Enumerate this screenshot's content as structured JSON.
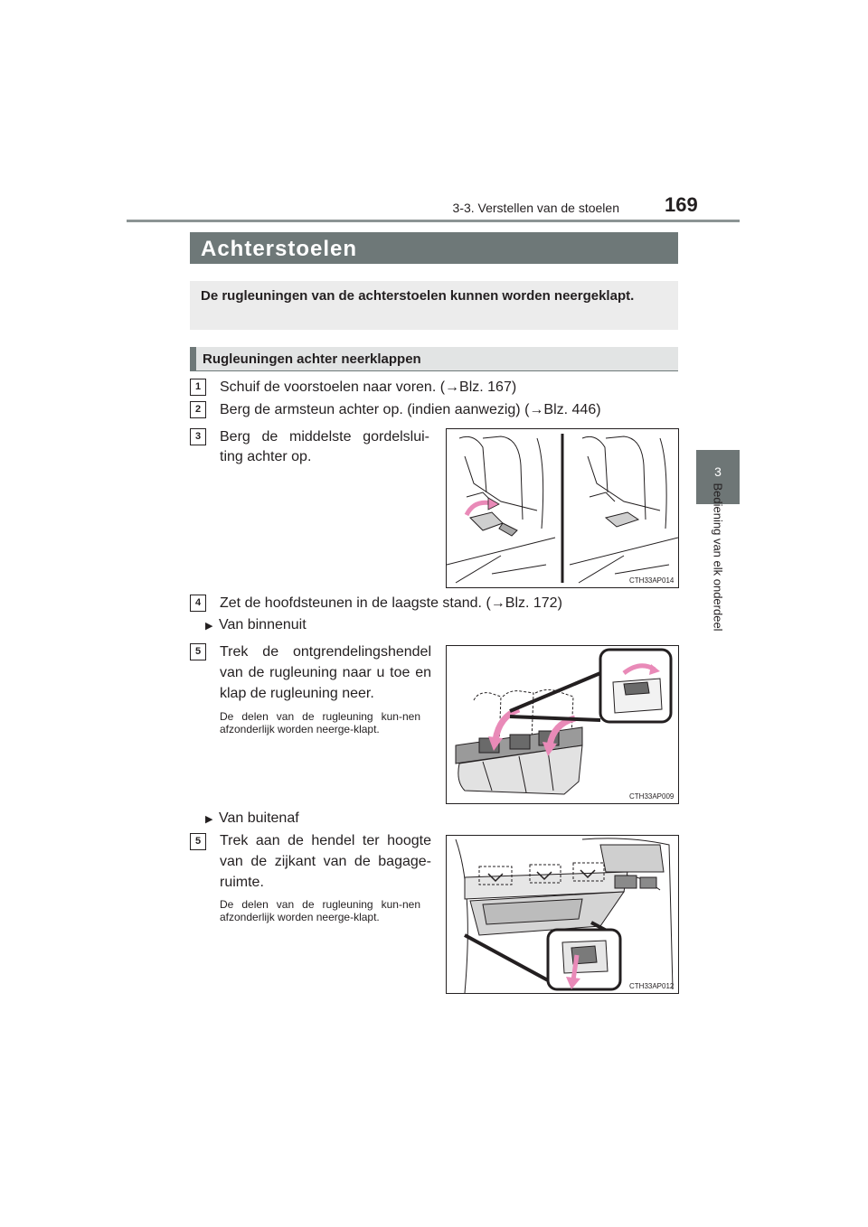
{
  "header": {
    "section": "3-3. Verstellen van de stoelen",
    "page_number": "169"
  },
  "side_tab": {
    "number": "3",
    "label": "Bediening van elk onderdeel"
  },
  "title": "Achterstoelen",
  "intro": "De rugleuningen van de achterstoelen kunnen worden neergeklapt.",
  "subheading": "Rugleuningen achter neerklappen",
  "steps": [
    {
      "num": "1",
      "text": "Schuif de voorstoelen naar voren. (→Blz. 167)"
    },
    {
      "num": "2",
      "text": "Berg de armsteun achter op. (indien aanwezig) (→Blz. 446)"
    },
    {
      "num": "3",
      "text": "Berg de middelste gordelslui-ting achter op."
    },
    {
      "num": "4",
      "text": "Zet de hoofdsteunen in de laagste stand. (→Blz. 172)"
    },
    {
      "num": "5",
      "text": "Trek de ontgrendelingshendel van de rugleuning naar u toe en klap de rugleuning neer."
    },
    {
      "num": "5",
      "text": "Trek aan de hendel ter hoogte van de zijkant van de bagage-ruimte."
    }
  ],
  "bullets": {
    "inside": "Van binnenuit",
    "outside": "Van buitenaf"
  },
  "notes": {
    "inside": "De delen van de rugleuning kun-nen afzonderlijk worden neerge-klapt.",
    "outside": "De delen van de rugleuning kun-nen afzonderlijk worden neerge-klapt."
  },
  "figures": {
    "fig1_code": "CTH33AP014",
    "fig2_code": "CTH33AP009",
    "fig3_code": "CTH33AP012"
  },
  "colors": {
    "title_bar": "#6e7878",
    "accent_pink": "#e98ab8",
    "text": "#231f20"
  }
}
